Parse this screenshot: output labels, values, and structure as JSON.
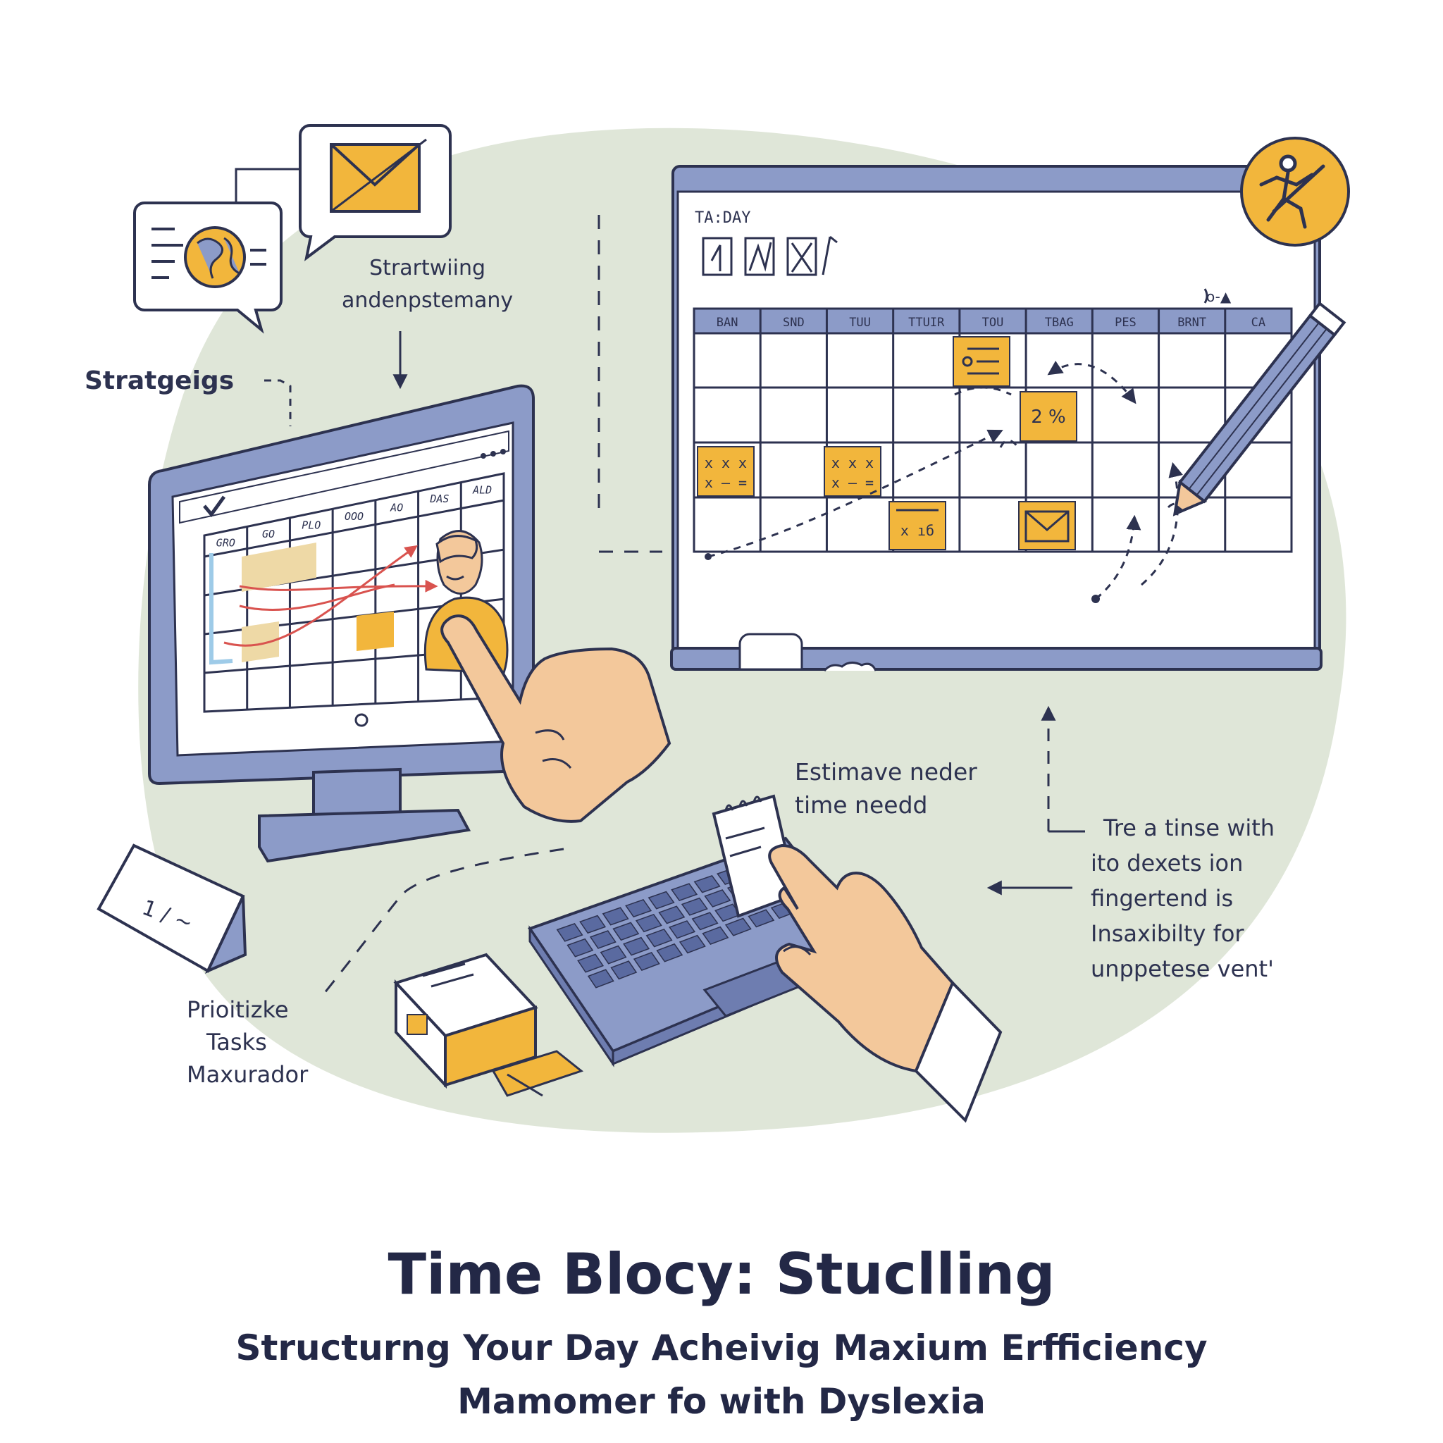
{
  "colors": {
    "background": "#ffffff",
    "blob": "#dfe6d8",
    "ink": "#2d3250",
    "frame": "#8c9bc8",
    "accent": "#f2b63c",
    "skin": "#f3c89b",
    "arrow_red": "#d9534f"
  },
  "labels": {
    "strategies": "Stratgeigs",
    "starting": [
      "Strartwiing",
      "andenpstemany"
    ],
    "estimate": [
      "Estimave neder",
      "time needd"
    ],
    "time_with": [
      "Tre a tinse with",
      "ito dexets ion",
      "fingertend is",
      "Insaxibilty for",
      "unppetese vent'"
    ],
    "prioritize": [
      "Prioitizke",
      "Tasks",
      "Maxurador"
    ]
  },
  "board": {
    "heading": "TA:DAY",
    "note_top": "o-▲",
    "days": [
      "BAN",
      "SND",
      "TUU",
      "TTUIR",
      "TOU",
      "TBAG",
      "PES",
      "BRNT",
      "CA"
    ],
    "cells": {
      "percent": "2 %",
      "xxx": "x x x",
      "xdash": "x – =",
      "x16": "x ıб"
    }
  },
  "monitor": {
    "days": [
      "GRO",
      "GO",
      "PLO",
      "OOO",
      "AO",
      "DAS",
      "ALD"
    ]
  },
  "card": {
    "text": "1 / ~"
  },
  "title": {
    "main": "Time Blocy: Stuclling",
    "sub1": "Structurng Your Day Acheivig Maxium Erfficiency",
    "sub2": "Mamomer fo with Dyslexia"
  },
  "icons": [
    "envelope-icon",
    "globe-icon",
    "runner-icon",
    "pencil-icon",
    "checkmark-icon",
    "keyboard-icon",
    "notepad-icon",
    "printer-icon",
    "hand-icon"
  ]
}
